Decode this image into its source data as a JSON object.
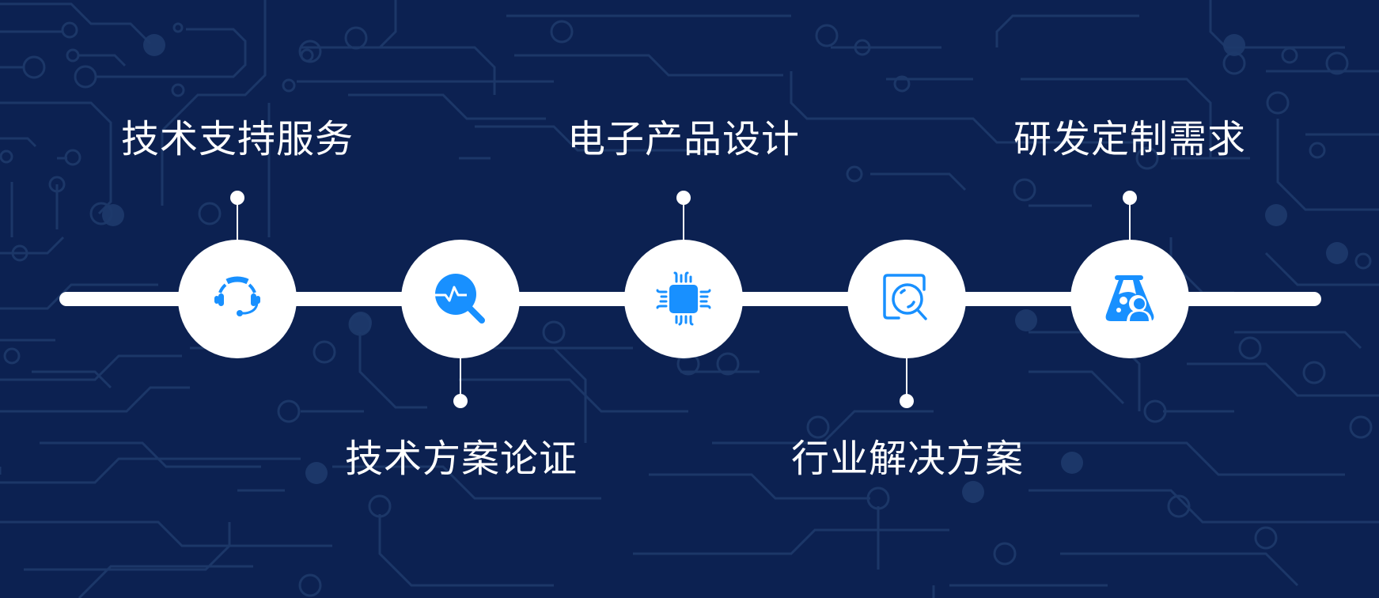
{
  "colors": {
    "background": "#0c2151",
    "circuit_line": "#1e3a6b",
    "node_fill": "#ffffff",
    "icon_blue": "#1890ff",
    "text": "#ffffff"
  },
  "timeline": {
    "nodes": [
      {
        "label": "技术支持服务",
        "icon": "headset-icon",
        "label_position": "top"
      },
      {
        "label": "技术方案论证",
        "icon": "search-analysis-icon",
        "label_position": "bottom"
      },
      {
        "label": "电子产品设计",
        "icon": "chip-icon",
        "label_position": "top"
      },
      {
        "label": "行业解决方案",
        "icon": "scan-search-icon",
        "label_position": "bottom"
      },
      {
        "label": "研发定制需求",
        "icon": "lab-flask-user-icon",
        "label_position": "top"
      }
    ]
  }
}
